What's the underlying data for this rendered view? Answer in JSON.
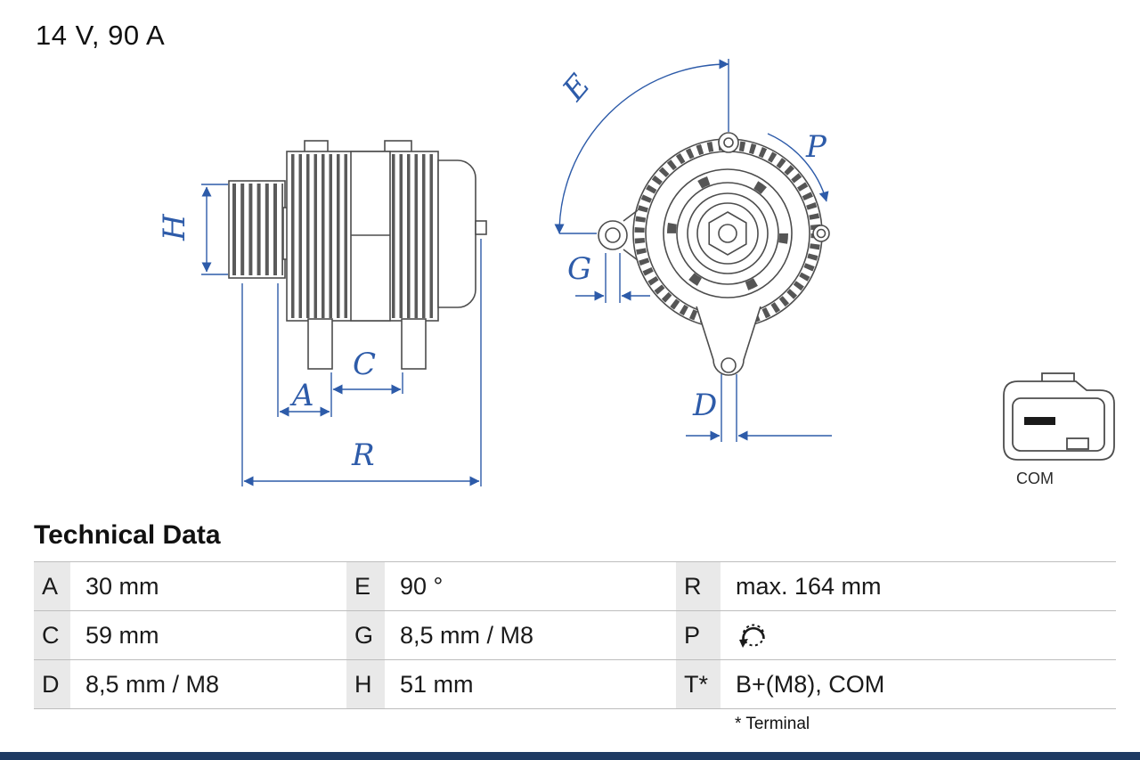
{
  "colors": {
    "dimension_blue": "#2d5ba9",
    "drawing_gray": "#4d4d4d",
    "table_key_bg": "#e9e9e9",
    "table_border": "#bdbdbd",
    "bottom_bar_navy": "#1e3a63"
  },
  "header": {
    "rating": "14 V, 90 A"
  },
  "diagram": {
    "dimension_labels": {
      "H": "H",
      "A": "A",
      "C": "C",
      "R": "R",
      "E": "E",
      "G": "G",
      "P": "P",
      "D": "D"
    },
    "connector_label": "COM"
  },
  "technical_data": {
    "title": "Technical Data",
    "rows": [
      [
        {
          "key": "A",
          "value": "30 mm"
        },
        {
          "key": "E",
          "value": "90 °"
        },
        {
          "key": "R",
          "value": "max. 164 mm"
        }
      ],
      [
        {
          "key": "C",
          "value": "59 mm"
        },
        {
          "key": "G",
          "value": "8,5 mm / M8"
        },
        {
          "key": "P",
          "value": "",
          "icon": "rotation-direction-icon"
        }
      ],
      [
        {
          "key": "D",
          "value": "8,5 mm / M8"
        },
        {
          "key": "H",
          "value": "51 mm"
        },
        {
          "key": "T*",
          "value": "B+(M8), COM"
        }
      ]
    ],
    "footnote": "* Terminal"
  }
}
